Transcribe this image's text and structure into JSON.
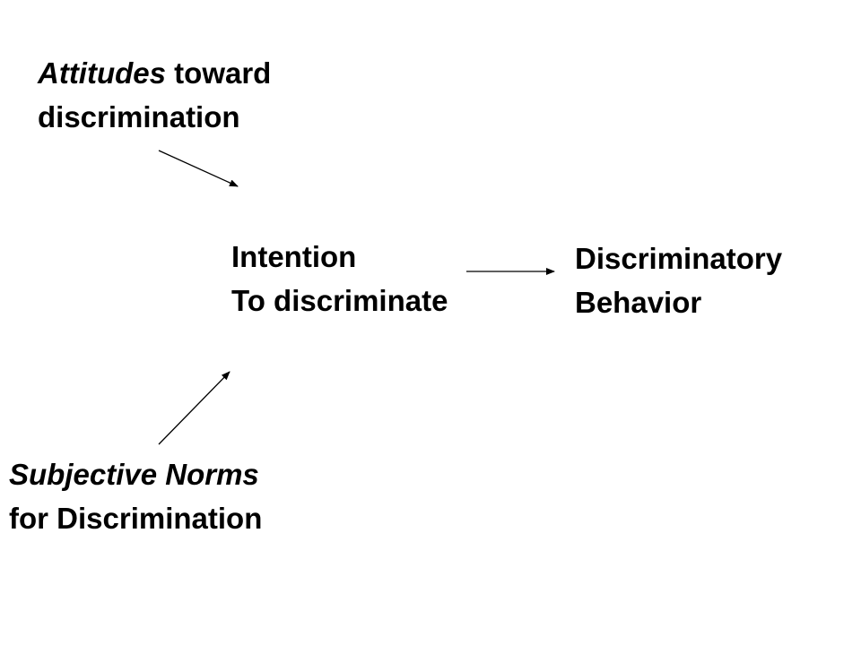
{
  "nodes": {
    "attitudes": {
      "line1_emphasis": "Attitudes",
      "line1_rest": " toward",
      "line2": "discrimination"
    },
    "intention": {
      "line1": "Intention",
      "line2": "To discriminate"
    },
    "behavior": {
      "line1": "Discriminatory",
      "line2": "Behavior"
    },
    "norms": {
      "line1": "Subjective Norms",
      "line2": "for Discrimination"
    }
  },
  "edges": [
    {
      "from": "attitudes",
      "to": "intention"
    },
    {
      "from": "norms",
      "to": "intention"
    },
    {
      "from": "intention",
      "to": "behavior"
    }
  ],
  "colors": {
    "text": "#000000",
    "arrow": "#000000",
    "background": "#ffffff"
  }
}
